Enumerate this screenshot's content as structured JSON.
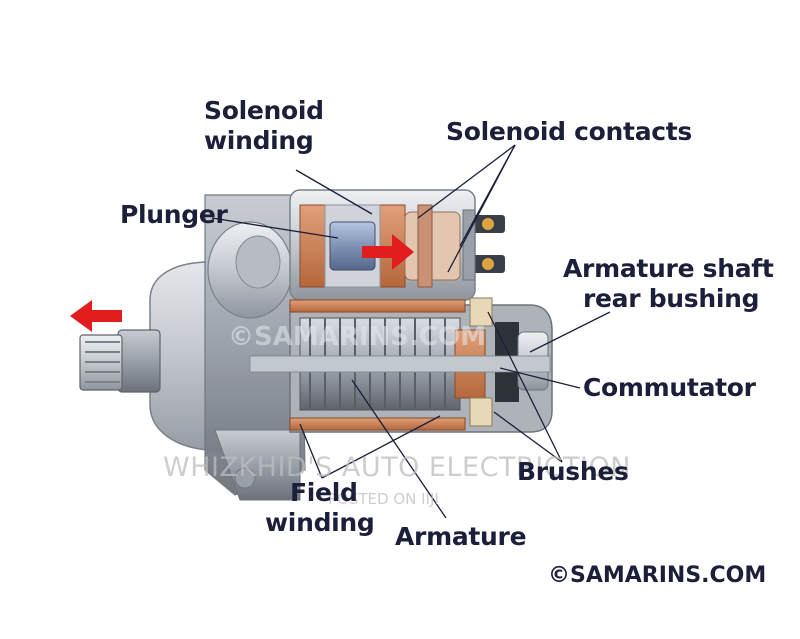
{
  "labels": {
    "solenoid_winding_1": "Solenoid",
    "solenoid_winding_2": "winding",
    "solenoid_contacts": "Solenoid contacts",
    "plunger": "Plunger",
    "armature_shaft_1": "Armature shaft",
    "armature_shaft_2": "rear bushing",
    "commutator": "Commutator",
    "brushes": "Brushes",
    "field_winding_1": "Field",
    "field_winding_2": "winding",
    "armature": "Armature"
  },
  "watermarks": {
    "samarins_overlay": "©SAMARINS.COM",
    "shop_name": "WHIZKHID'S AUTO ELECTRICTION",
    "posted": "POSTED ON IIJI"
  },
  "copyright": "©SAMARINS.COM",
  "colors": {
    "label_text": "#1b1f3a",
    "arrow_red": "#e11d1d",
    "copper": "#c97b4a",
    "metal_light": "#d6d9de",
    "metal_dark": "#8d939b"
  }
}
